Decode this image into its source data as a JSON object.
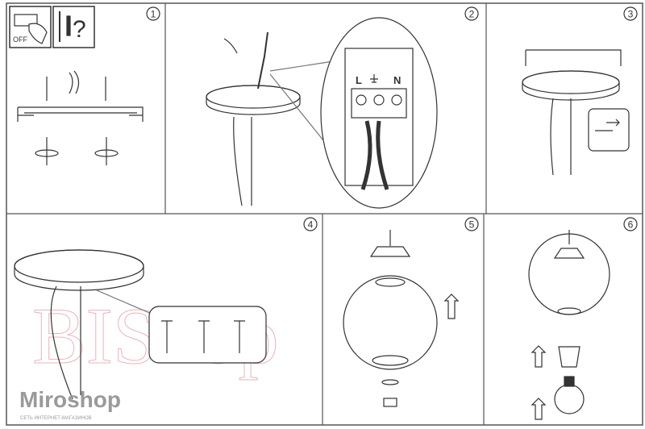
{
  "steps": [
    {
      "number": "1"
    },
    {
      "number": "2"
    },
    {
      "number": "3"
    },
    {
      "number": "4"
    },
    {
      "number": "5"
    },
    {
      "number": "6"
    }
  ],
  "step1": {
    "off_label": "OFF",
    "question_mark": "?"
  },
  "step2": {
    "terminal_l": "L",
    "terminal_n": "N"
  },
  "watermark": {
    "text": "BIShop"
  },
  "logo": {
    "name": "Miroshop",
    "tagline": "СЕТЬ ИНТЕРНЕТ-МАГАЗИНОВ"
  },
  "colors": {
    "line": "#333333",
    "frame": "#555555",
    "watermark": "#e8b4bc",
    "logo": "#9a9a9a"
  }
}
